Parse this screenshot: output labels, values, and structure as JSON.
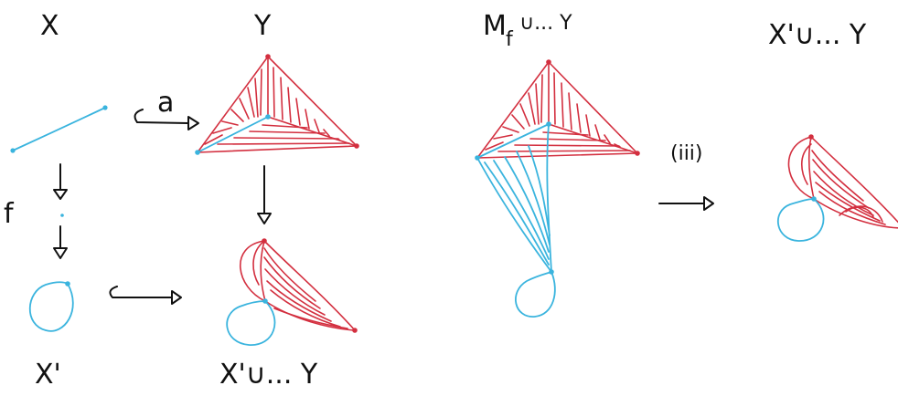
{
  "labels": {
    "x": "X",
    "y": "Y",
    "mapping_cylinder": "M",
    "mapping_cylinder_sub": "f",
    "mapping_cylinder_tail": "∪... Y",
    "pushout_top": "X'∪... Y",
    "x_prime": "X'",
    "pushout_bottom": "X'∪... Y",
    "map_a": "a",
    "map_f": "f",
    "step": "(iii)"
  },
  "colors": {
    "ink": "#111111",
    "red": "#d32f3f",
    "blue": "#3ab4de"
  }
}
